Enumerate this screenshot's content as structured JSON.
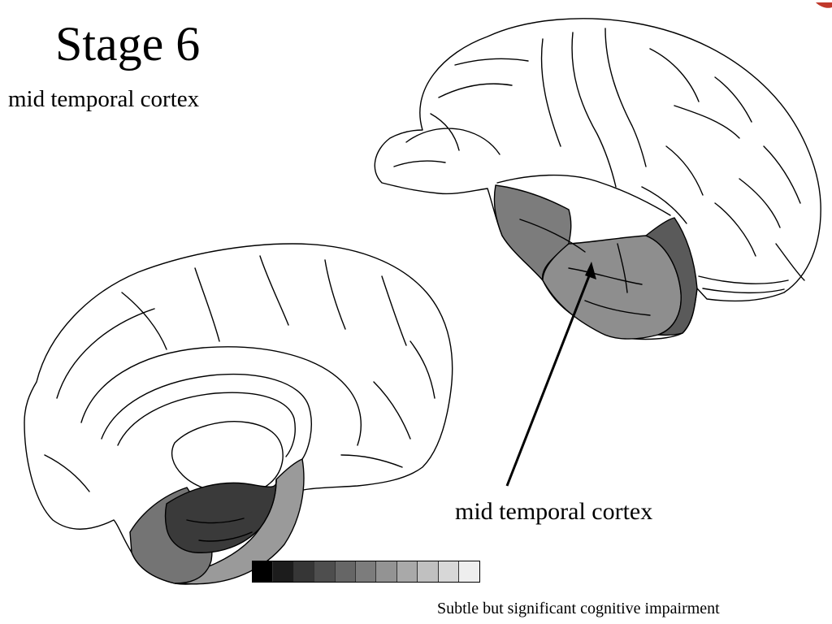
{
  "slide": {
    "title": "Stage 6",
    "subtitle": "mid temporal cortex",
    "callout": "mid temporal cortex",
    "caption": "Subtle but significant cognitive impairment"
  },
  "colors": {
    "region_dark": "#3a3a3a",
    "region_medium": "#7c7c7c",
    "region_light": "#9a9a9a",
    "outline": "#000000",
    "corner_accent": "#c0392b"
  },
  "scale_bar": {
    "levels": [
      "#000000",
      "#1c1c1c",
      "#363636",
      "#4e4e4e",
      "#666666",
      "#7c7c7c",
      "#939393",
      "#a9a9a9",
      "#c0c0c0",
      "#d7d7d7",
      "#eeeeee"
    ]
  }
}
